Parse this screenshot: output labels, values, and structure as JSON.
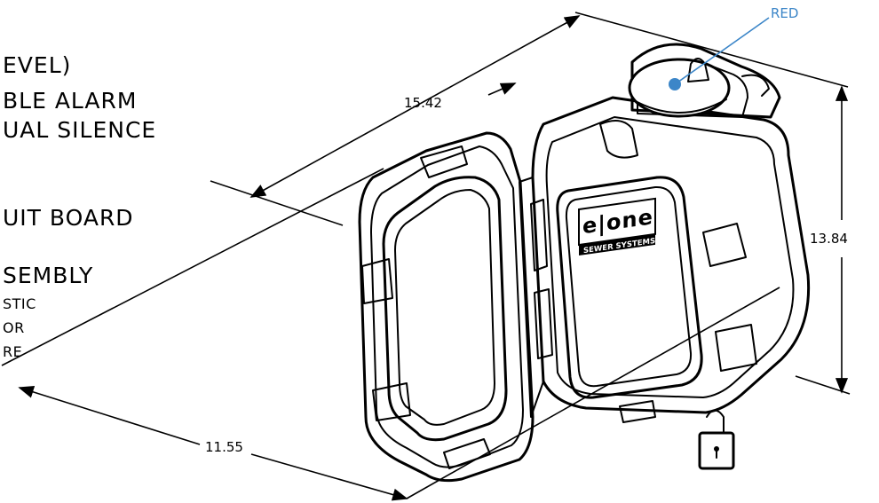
{
  "notes": [
    "EVEL)",
    "BLE ALARM",
    "UAL SILENCE",
    "UIT BOARD",
    "SEMBLY",
    "STIC",
    "OR",
    "RE"
  ],
  "dimensions": {
    "length": "15.42",
    "height": "13.84",
    "width": "11.55"
  },
  "callout": {
    "label": "RED",
    "color": "#3c86c8"
  },
  "logo": {
    "brand": "e|one",
    "tagline": "SEWER SYSTEMS"
  }
}
